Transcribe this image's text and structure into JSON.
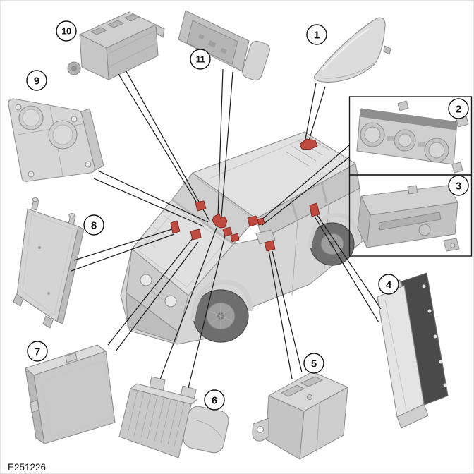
{
  "figure_id": "E251226",
  "callouts": [
    {
      "label": "1"
    },
    {
      "label": "2"
    },
    {
      "label": "3"
    },
    {
      "label": "4"
    },
    {
      "label": "5"
    },
    {
      "label": "6"
    },
    {
      "label": "7"
    },
    {
      "label": "8"
    },
    {
      "label": "9"
    },
    {
      "label": "10"
    },
    {
      "label": "11"
    }
  ],
  "colors": {
    "highlight_red": "#bf4a3f",
    "diagram_line": "#1a1a1a",
    "component_gray": "#d6d6d6",
    "background": "#ffffff"
  }
}
